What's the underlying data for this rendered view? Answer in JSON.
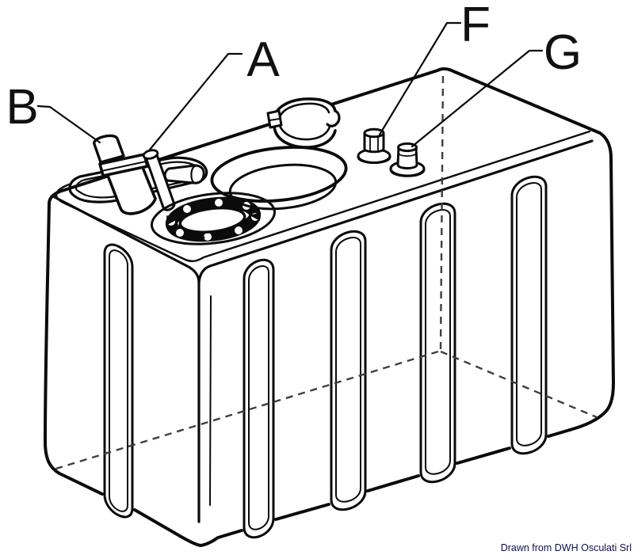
{
  "figure": {
    "callouts": {
      "a": "A",
      "b": "B",
      "f": "F",
      "g": "G"
    },
    "caption": "Drawn from DWH Osculati Srl",
    "colors": {
      "line": "#0b0b0b",
      "hidden_line": "#3f3f3f",
      "caption": "#10104f",
      "background": "#ffffff"
    }
  }
}
